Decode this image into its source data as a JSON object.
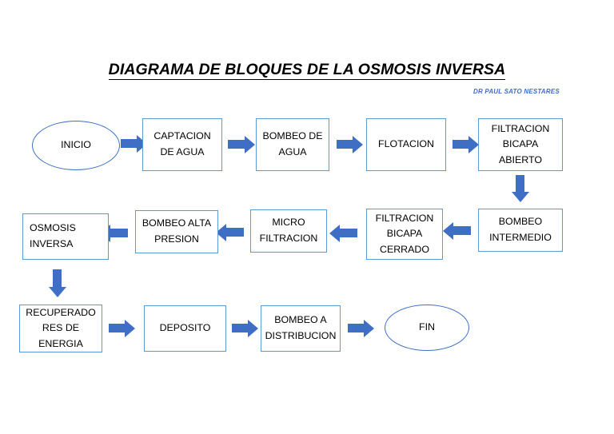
{
  "document": {
    "title": "DIAGRAMA DE BLOQUES DE LA OSMOSIS INVERSA",
    "byline": "DR PAUL SATO NESTARES"
  },
  "colors": {
    "arrow_fill": "#3f6fc4",
    "box_border": "#5b9bd5",
    "terminator_border": "#3f6fc4",
    "byline_text": "#3f6fc4",
    "canvas_background": "#ffffff",
    "text": "#000000"
  },
  "diagram": {
    "type": "flowchart",
    "orientation": "serpentine-3-rows",
    "nodes": [
      {
        "id": "n01",
        "shape": "ellipse",
        "label": "INICIO",
        "row": 1
      },
      {
        "id": "n02",
        "shape": "rect",
        "label": "CAPTACION DE AGUA",
        "row": 1
      },
      {
        "id": "n03",
        "shape": "rect",
        "label": "BOMBEO DE AGUA",
        "row": 1
      },
      {
        "id": "n04",
        "shape": "rect",
        "label": "FLOTACION",
        "row": 1
      },
      {
        "id": "n05",
        "shape": "rect",
        "label": "FILTRACION BICAPA ABIERTO",
        "row": 1
      },
      {
        "id": "n06",
        "shape": "rect",
        "label": "BOMBEO INTERMEDIO",
        "row": 2
      },
      {
        "id": "n07",
        "shape": "rect",
        "label": "FILTRACION BICAPA CERRADO",
        "row": 2
      },
      {
        "id": "n08",
        "shape": "rect",
        "label": "MICRO FILTRACION",
        "row": 2
      },
      {
        "id": "n09",
        "shape": "rect",
        "label": "BOMBEO ALTA PRESION",
        "row": 2
      },
      {
        "id": "n10",
        "shape": "rect",
        "label": "OSMOSIS INVERSA",
        "row": 2
      },
      {
        "id": "n11",
        "shape": "rect",
        "label": "RECUPERADO RES DE ENERGIA",
        "row": 3
      },
      {
        "id": "n12",
        "shape": "rect",
        "label": "DEPOSITO",
        "row": 3
      },
      {
        "id": "n13",
        "shape": "rect",
        "label": "BOMBEO A DISTRIBUCION",
        "row": 3
      },
      {
        "id": "n14",
        "shape": "ellipse",
        "label": "FIN",
        "row": 3
      }
    ],
    "node_lines": {
      "n01": [
        "INICIO"
      ],
      "n02": [
        "CAPTACION",
        "DE AGUA"
      ],
      "n03": [
        "BOMBEO DE",
        "AGUA"
      ],
      "n04": [
        "FLOTACION"
      ],
      "n05": [
        "FILTRACION",
        "BICAPA",
        "ABIERTO"
      ],
      "n06": [
        "BOMBEO",
        "INTERMEDIO"
      ],
      "n07": [
        "FILTRACION",
        "BICAPA",
        "CERRADO"
      ],
      "n08": [
        "MICRO",
        "FILTRACION"
      ],
      "n09": [
        "BOMBEO ALTA",
        "PRESION"
      ],
      "n10": [
        "OSMOSIS",
        "INVERSA"
      ],
      "n11": [
        "RECUPERADO",
        "RES DE",
        "ENERGIA"
      ],
      "n12": [
        "DEPOSITO"
      ],
      "n13": [
        "BOMBEO A",
        "DISTRIBUCION"
      ],
      "n14": [
        "FIN"
      ]
    },
    "edges": [
      {
        "from": "n01",
        "to": "n02",
        "direction": "right"
      },
      {
        "from": "n02",
        "to": "n03",
        "direction": "right"
      },
      {
        "from": "n03",
        "to": "n04",
        "direction": "right"
      },
      {
        "from": "n04",
        "to": "n05",
        "direction": "right"
      },
      {
        "from": "n05",
        "to": "n06",
        "direction": "down"
      },
      {
        "from": "n06",
        "to": "n07",
        "direction": "left"
      },
      {
        "from": "n07",
        "to": "n08",
        "direction": "left"
      },
      {
        "from": "n08",
        "to": "n09",
        "direction": "left"
      },
      {
        "from": "n09",
        "to": "n10",
        "direction": "left"
      },
      {
        "from": "n10",
        "to": "n11",
        "direction": "down"
      },
      {
        "from": "n11",
        "to": "n12",
        "direction": "right"
      },
      {
        "from": "n12",
        "to": "n13",
        "direction": "right"
      },
      {
        "from": "n13",
        "to": "n14",
        "direction": "right"
      }
    ]
  }
}
